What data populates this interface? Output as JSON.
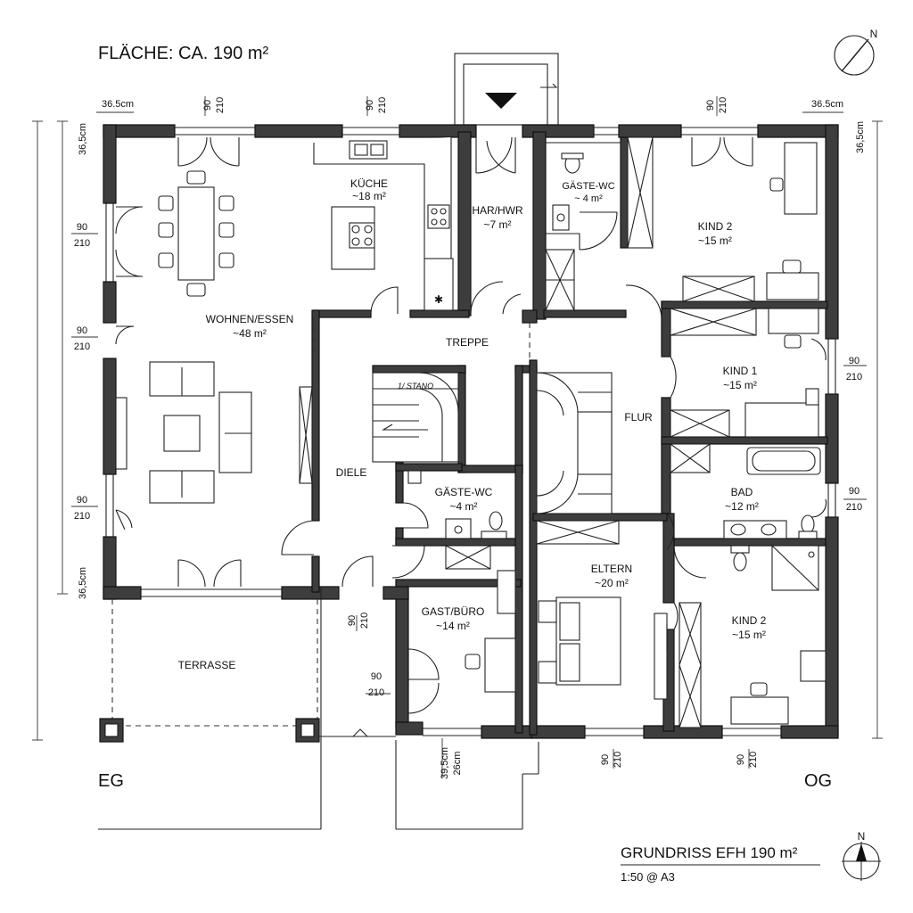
{
  "header": {
    "area": "FLÄCHE: CA. 190 m²"
  },
  "floors": {
    "ground": "EG",
    "upper": "OG"
  },
  "title_block": {
    "title": "GRUNDRISS EFH 190 m²",
    "scale": "1:50 @ A3"
  },
  "north_label": "N",
  "rooms": {
    "kueche": {
      "name": "KÜCHE",
      "area": "~18 m²"
    },
    "hwr": {
      "name": "HAR/HWR",
      "area": "~7 m²"
    },
    "wc_og": {
      "name": "GÄSTE-WC",
      "area": "~ 4 m²"
    },
    "kind2a": {
      "name": "KIND 2",
      "area": "~15 m²"
    },
    "wohnen": {
      "name": "WOHNEN/ESSEN",
      "area": "~48 m²"
    },
    "treppe": {
      "name": "TREPPE"
    },
    "kind1": {
      "name": "KIND 1",
      "area": "~15 m²"
    },
    "flur": {
      "name": "FLUR"
    },
    "diele": {
      "name": "DIELE"
    },
    "wc_eg": {
      "name": "GÄSTE-WC",
      "area": "~4 m²"
    },
    "bad": {
      "name": "BAD",
      "area": "~12 m²"
    },
    "eltern": {
      "name": "ELTERN",
      "area": "~20 m²"
    },
    "gast": {
      "name": "GAST/BÜRO",
      "area": "~14 m²"
    },
    "kind2b": {
      "name": "KIND 2",
      "area": "~15 m²"
    },
    "terrasse": {
      "name": "TERRASSE"
    }
  },
  "stair_note": "1/ STANO",
  "dims": {
    "wall": "36,5cm",
    "wall_b": "36.5cm",
    "door_w": "90",
    "door_h": "210",
    "d395": "39,5cm",
    "d26": "26cm"
  }
}
